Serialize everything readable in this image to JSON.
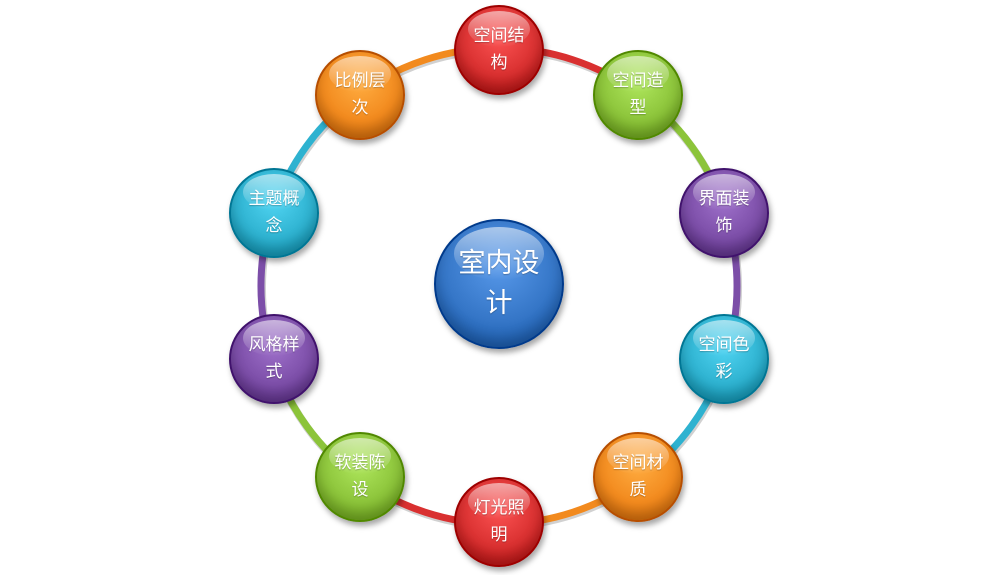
{
  "center": {
    "label": "室内设计",
    "color": "#3576c7"
  },
  "nodes": [
    {
      "label": "空间结构",
      "color": "#d93030"
    },
    {
      "label": "空间造型",
      "color": "#8cc43a"
    },
    {
      "label": "界面装饰",
      "color": "#7c4ea8"
    },
    {
      "label": "空间色彩",
      "color": "#2eb2d0"
    },
    {
      "label": "空间材质",
      "color": "#f28a1e"
    },
    {
      "label": "灯光照明",
      "color": "#d93030"
    },
    {
      "label": "软装陈设",
      "color": "#8cc43a"
    },
    {
      "label": "风格样式",
      "color": "#7c4ea8"
    },
    {
      "label": "主题概念",
      "color": "#2eb2d0"
    },
    {
      "label": "比例层次",
      "color": "#f28a1e"
    }
  ],
  "connector_colors": [
    "#d93030",
    "#8cc43a",
    "#7c4ea8",
    "#2eb2d0",
    "#f28a1e",
    "#d93030",
    "#8cc43a",
    "#7c4ea8",
    "#2eb2d0",
    "#f28a1e"
  ]
}
